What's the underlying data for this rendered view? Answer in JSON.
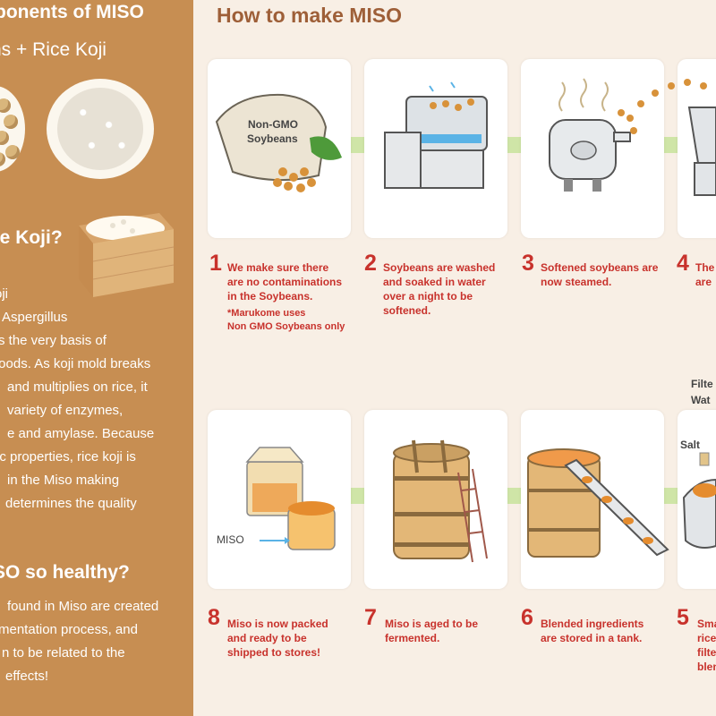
{
  "left_panel": {
    "title": "ponents of MISO",
    "subtitle": "ns  +  Rice Koji",
    "koji_heading": "ce Koji?",
    "koji_body": [
      "oji",
      "Aspergillus",
      "s the very basis of",
      "foods.  As koji mold breaks",
      "and multiplies on rice, it",
      "variety of enzymes,",
      "e and amylase.  Because",
      "ic properties, rice koji is",
      "in the Miso making",
      "determines the quality"
    ],
    "health_heading": "SO so healthy?",
    "health_body": [
      "found in Miso are created",
      "mentation process, and",
      "n to be related to the",
      "effects!"
    ]
  },
  "main": {
    "title": "How to make MISO",
    "steps": [
      {
        "num": "1",
        "lines": [
          "We make sure there",
          "are no contaminations",
          "in the Soybeans."
        ],
        "note": [
          "*Marukome uses",
          "Non GMO Soybeans only"
        ]
      },
      {
        "num": "2",
        "lines": [
          "Soybeans are washed",
          "and soaked in water",
          "over a night to be",
          "softened."
        ]
      },
      {
        "num": "3",
        "lines": [
          "Softened soybeans are",
          "now steamed."
        ]
      },
      {
        "num": "4",
        "lines": [
          "The",
          "are"
        ]
      },
      {
        "num": "8",
        "lines": [
          "Miso is now packed",
          "and ready to be",
          "shipped to stores!"
        ]
      },
      {
        "num": "7",
        "lines": [
          "Miso is aged to be",
          "fermented."
        ]
      },
      {
        "num": "6",
        "lines": [
          "Blended ingredients",
          "are stored in a tank."
        ]
      },
      {
        "num": "5",
        "lines": [
          "Sma",
          "rice",
          "filte",
          "blen"
        ]
      }
    ],
    "illustration_labels": {
      "bag": [
        "Non-GMO",
        "Soybeans"
      ],
      "miso": "MISO",
      "salt": "Salt",
      "water": [
        "Filte",
        "Wat"
      ]
    }
  },
  "colors": {
    "left_bg": "#c78e52",
    "page_bg": "#f8efe5",
    "title": "#9e5f38",
    "step_red": "#c8322c",
    "band_green": "#cfe5a7"
  }
}
